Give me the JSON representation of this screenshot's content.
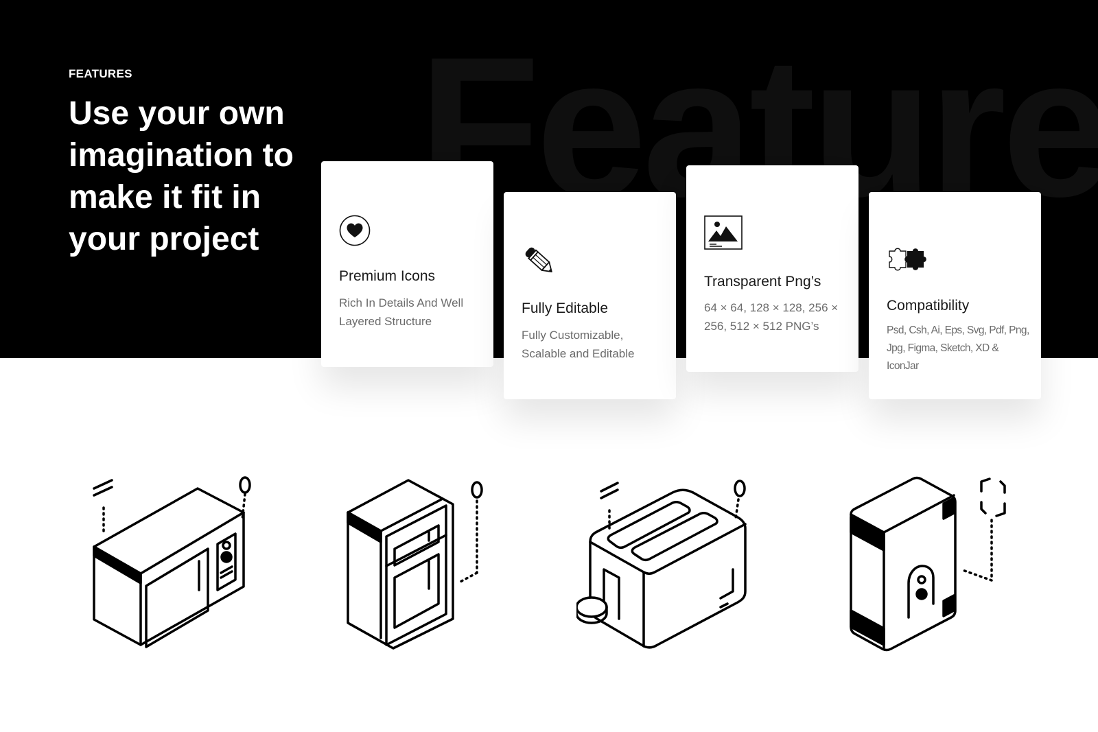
{
  "hero": {
    "eyebrow": "FEATURES",
    "headline": "Use your own imagination to make it fit in your project",
    "watermark": "Features"
  },
  "cards": [
    {
      "icon": "heart-icon",
      "title": "Premium Icons",
      "description": "Rich In Details And Well Layered Structure"
    },
    {
      "icon": "pencil-icon",
      "title": "Fully Editable",
      "description": "Fully Customizable, Scalable and Editable"
    },
    {
      "icon": "image-icon",
      "title": "Transparent Png’s",
      "description": "64 × 64, 128 × 128, 256 × 256, 512 × 512 PNG’s"
    },
    {
      "icon": "puzzle-icon",
      "title": "Compatibility",
      "description": "Psd, Csh, Ai, Eps, Svg, Pdf, Png, Jpg, Figma, Sketch, XD & IconJar"
    }
  ],
  "illustrations": [
    {
      "icon": "microwave-icon"
    },
    {
      "icon": "refrigerator-icon"
    },
    {
      "icon": "toaster-icon"
    },
    {
      "icon": "water-heater-icon"
    }
  ],
  "colors": {
    "hero_background": "#000000",
    "page_background": "#ffffff",
    "card_background": "#ffffff",
    "text_primary": "#1a1a1a",
    "text_secondary": "#6b6b6b"
  }
}
